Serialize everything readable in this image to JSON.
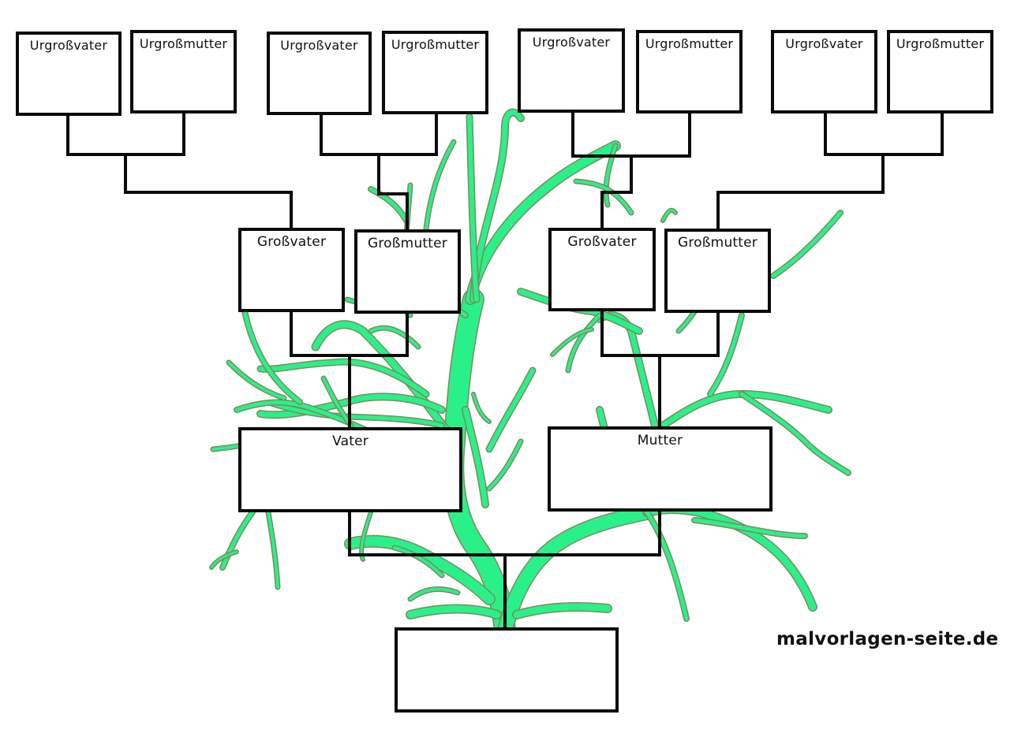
{
  "colors": {
    "branch_fill": "#2af08a",
    "branch_outline": "#7d8a5c",
    "line": "#0a0a0a",
    "box_border": "#0a0a0a"
  },
  "tree": {
    "great_grandparents": [
      {
        "label": "Urgroßvater"
      },
      {
        "label": "Urgroßmutter"
      },
      {
        "label": "Urgroßvater"
      },
      {
        "label": "Urgroßmutter"
      },
      {
        "label": "Urgroßvater"
      },
      {
        "label": "Urgroßmutter"
      },
      {
        "label": "Urgroßvater"
      },
      {
        "label": "Urgroßmutter"
      }
    ],
    "grandparents": [
      {
        "label": "Großvater"
      },
      {
        "label": "Großmutter"
      },
      {
        "label": "Großvater"
      },
      {
        "label": "Großmutter"
      }
    ],
    "parents": [
      {
        "label": "Vater"
      },
      {
        "label": "Mutter"
      }
    ],
    "child": {
      "label": ""
    }
  },
  "watermark": "malvorlagen-seite.de"
}
